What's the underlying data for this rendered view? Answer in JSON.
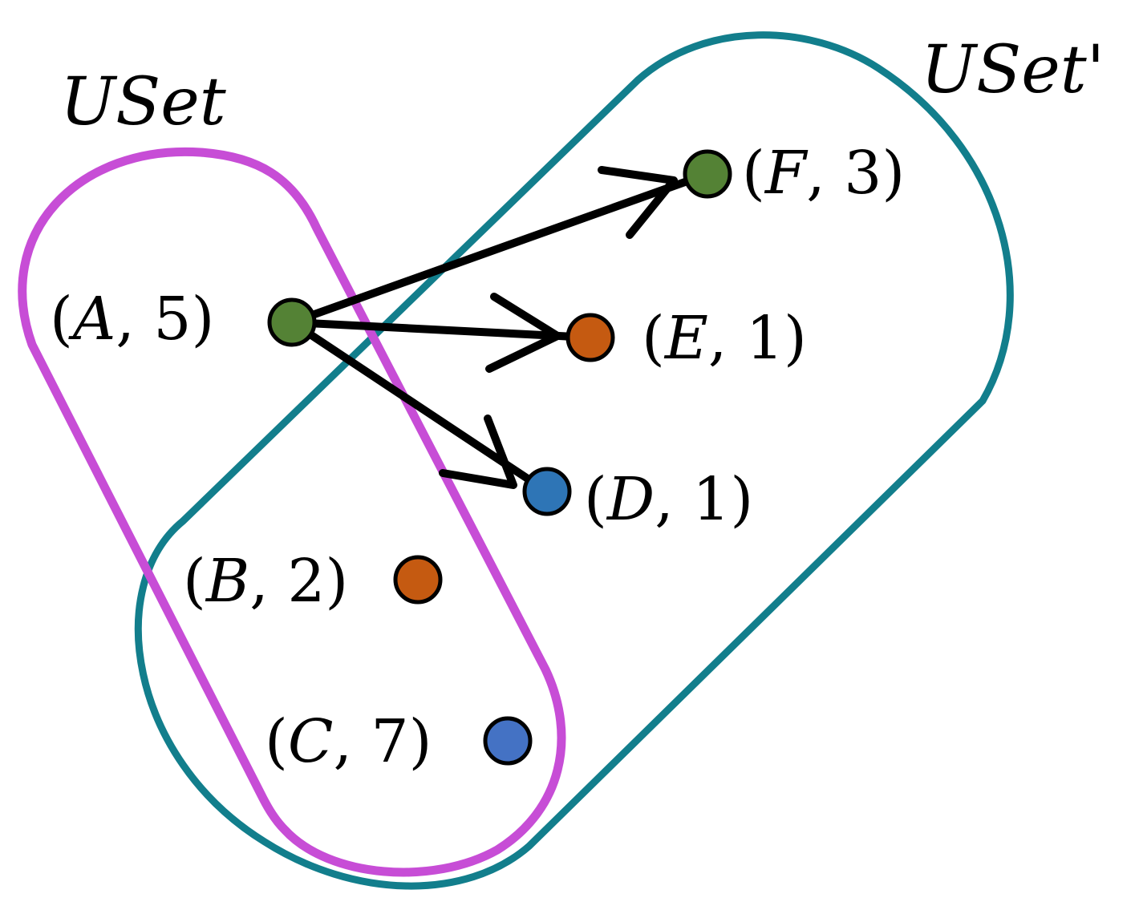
{
  "sets": [
    {
      "id": "uset",
      "label": "USet",
      "color": "#c74dd6"
    },
    {
      "id": "uset_prime",
      "label": "USet'",
      "color": "#127e8c"
    }
  ],
  "nodes": [
    {
      "id": "A",
      "letter": "A",
      "value": "5",
      "color": "#548235"
    },
    {
      "id": "B",
      "letter": "B",
      "value": "2",
      "color": "#c55a11"
    },
    {
      "id": "C",
      "letter": "C",
      "value": "7",
      "color": "#4472c4"
    },
    {
      "id": "D",
      "letter": "D",
      "value": "1",
      "color": "#2e75b6"
    },
    {
      "id": "E",
      "letter": "E",
      "value": "1",
      "color": "#c55a11"
    },
    {
      "id": "F",
      "letter": "F",
      "value": "3",
      "color": "#548235"
    }
  ],
  "edges": [
    {
      "from": "A",
      "to": "F"
    },
    {
      "from": "A",
      "to": "E"
    },
    {
      "from": "A",
      "to": "D"
    }
  ]
}
